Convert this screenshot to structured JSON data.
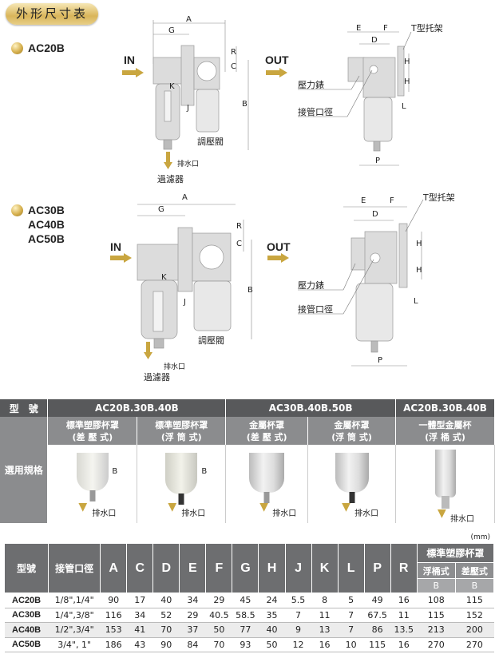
{
  "title": "外形尺寸表",
  "section1": {
    "model": "AC20B",
    "in": "IN",
    "out": "OUT",
    "dims": {
      "A": "A",
      "G": "G",
      "R": "R",
      "C": "C",
      "B": "B",
      "K": "K",
      "J": "J",
      "E": "E",
      "F": "F",
      "D": "D",
      "H": "H",
      "L": "L",
      "P": "P"
    },
    "regulator": "調壓閥",
    "filter": "過濾器",
    "drain": "排水口",
    "gauge": "壓力錶",
    "port": "接管口徑",
    "bracket": "T型托架"
  },
  "section2": {
    "models": [
      "AC30B",
      "AC40B",
      "AC50B"
    ],
    "in": "IN",
    "out": "OUT",
    "regulator": "調壓閥",
    "filter": "過濾器",
    "drain": "排水口",
    "gauge": "壓力錶",
    "port": "接管口徑",
    "bracket": "T型托架"
  },
  "spec_table": {
    "model_header": "型　號",
    "groups": [
      "AC20B.30B.40B",
      "AC30B.40B.50B",
      "AC20B.30B.40B"
    ],
    "row_label": "選用規格",
    "types": [
      {
        "line1": "標準塑膠杯罩",
        "line2": "(差 壓 式)"
      },
      {
        "line1": "標準塑膠杯罩",
        "line2": "(浮 筒 式)"
      },
      {
        "line1": "金屬杯罩",
        "line2": "(差 壓 式)"
      },
      {
        "line1": "金屬杯罩",
        "line2": "(浮 筒 式)"
      },
      {
        "line1": "一體型金屬杯",
        "line2": "(浮 桶 式)"
      }
    ],
    "drain": "排水口",
    "dim_b": "B"
  },
  "dim_table": {
    "unit": "(mm)",
    "headers": [
      "型號",
      "接管口徑",
      "A",
      "C",
      "D",
      "E",
      "F",
      "G",
      "H",
      "J",
      "K",
      "L",
      "P",
      "R"
    ],
    "group_header": "標準塑膠杯罩",
    "sub_headers": [
      "浮桶式",
      "差壓式"
    ],
    "sub_b": [
      "B",
      "B"
    ],
    "rows": [
      [
        "AC20B",
        "1/8\",1/4\"",
        "90",
        "17",
        "40",
        "34",
        "29",
        "45",
        "24",
        "5.5",
        "8",
        "5",
        "49",
        "16",
        "108",
        "115"
      ],
      [
        "AC30B",
        "1/4\",3/8\"",
        "116",
        "34",
        "52",
        "29",
        "40.5",
        "58.5",
        "35",
        "7",
        "11",
        "7",
        "67.5",
        "11",
        "115",
        "152"
      ],
      [
        "AC40B",
        "1/2\",3/4\"",
        "153",
        "41",
        "70",
        "37",
        "50",
        "77",
        "40",
        "9",
        "13",
        "7",
        "86",
        "13.5",
        "213",
        "200"
      ],
      [
        "AC50B",
        "3/4\", 1\"",
        "186",
        "43",
        "90",
        "84",
        "70",
        "93",
        "50",
        "12",
        "16",
        "10",
        "115",
        "16",
        "270",
        "270"
      ]
    ]
  },
  "colors": {
    "gold": "#d6b04e",
    "header": "#58595b",
    "subheader": "#8b8c8e"
  }
}
